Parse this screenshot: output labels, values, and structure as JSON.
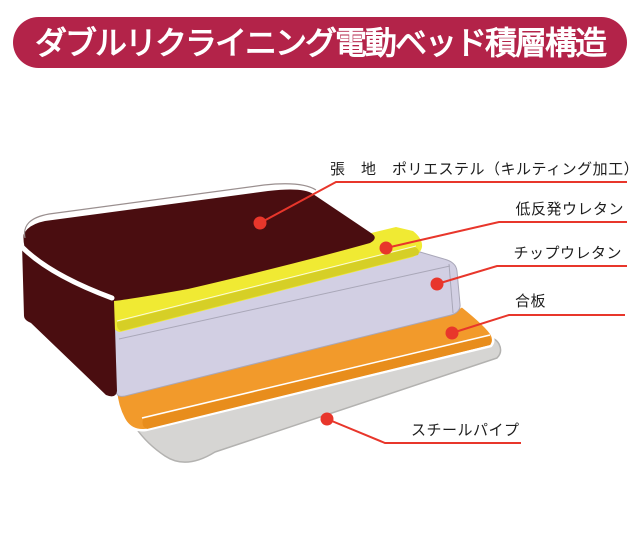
{
  "title": {
    "text": "ダブルリクライニング電動ベッド積層構造",
    "bg_color": "#b32349",
    "text_color": "#ffffff"
  },
  "diagram": {
    "description": "Exploded layer structure of a double reclining electric bed",
    "leader_color": "#e8362b",
    "label_text_color": "#1d1d1d",
    "layers": [
      {
        "name": "cover",
        "label": "張　地　ポリエステル（キルティング加工）",
        "color": "#4a0d10"
      },
      {
        "name": "memory-foam",
        "label": "低反発ウレタン",
        "color": "#f0ea33"
      },
      {
        "name": "chip-urethane",
        "label": "チップウレタン",
        "color": "#d2cfe3"
      },
      {
        "name": "plywood",
        "label": "合板",
        "color": "#f29a2b"
      },
      {
        "name": "steel-pipe",
        "label": "スチールパイプ",
        "color": "#d6d5d3"
      }
    ]
  },
  "colors": {
    "background": "#ffffff",
    "piping_white": "#ffffff",
    "memory_foam_side": "#d6cf26",
    "memory_foam_hairline": "#fafae0",
    "chip_outline": "#a9a7b8",
    "plywood_side": "#e88d1c",
    "base_outline": "#b3b2b0",
    "cover_stitch_line": "#9a8f8f"
  }
}
